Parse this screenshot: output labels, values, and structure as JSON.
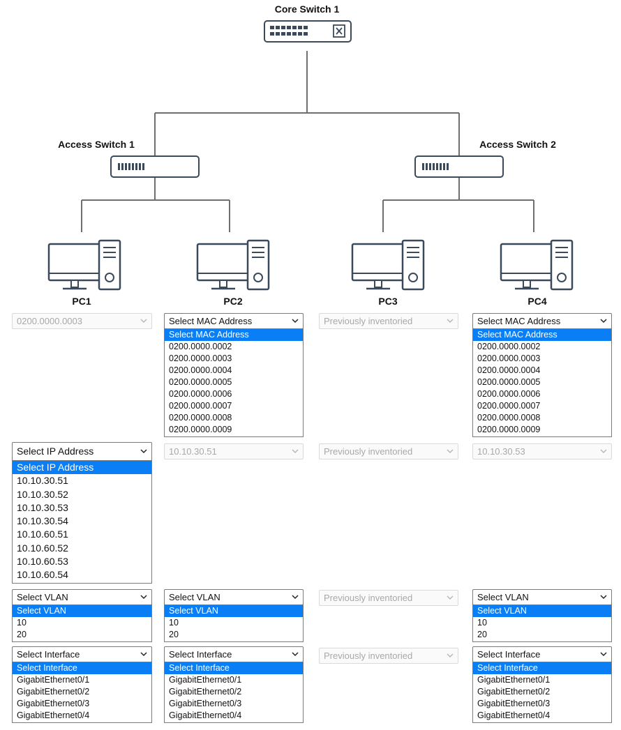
{
  "topology": {
    "core": {
      "label": "Core Switch 1"
    },
    "access": [
      {
        "label": "Access Switch 1"
      },
      {
        "label": "Access Switch 2"
      }
    ],
    "pcs": [
      {
        "label": "PC1"
      },
      {
        "label": "PC2"
      },
      {
        "label": "PC3"
      },
      {
        "label": "PC4"
      }
    ]
  },
  "mac_row": {
    "pc1": {
      "value": "0200.0000.0003",
      "disabled": true
    },
    "pc2": {
      "value": "Select MAC Address",
      "options": [
        "Select MAC Address",
        "0200.0000.0002",
        "0200.0000.0003",
        "0200.0000.0004",
        "0200.0000.0005",
        "0200.0000.0006",
        "0200.0000.0007",
        "0200.0000.0008",
        "0200.0000.0009"
      ]
    },
    "pc3": {
      "value": "Previously inventoried",
      "disabled": true
    },
    "pc4": {
      "value": "Select MAC Address",
      "options": [
        "Select MAC Address",
        "0200.0000.0002",
        "0200.0000.0003",
        "0200.0000.0004",
        "0200.0000.0005",
        "0200.0000.0006",
        "0200.0000.0007",
        "0200.0000.0008",
        "0200.0000.0009"
      ]
    }
  },
  "ip_row": {
    "pc1": {
      "value": "Select IP Address",
      "options": [
        "Select IP Address",
        "10.10.30.51",
        "10.10.30.52",
        "10.10.30.53",
        "10.10.30.54",
        "10.10.60.51",
        "10.10.60.52",
        "10.10.60.53",
        "10.10.60.54"
      ]
    },
    "pc2": {
      "value": "10.10.30.51",
      "disabled": true
    },
    "pc3": {
      "value": "Previously inventoried",
      "disabled": true
    },
    "pc4": {
      "value": "10.10.30.53",
      "disabled": true
    }
  },
  "vlan_row": {
    "pc1": {
      "value": "Select VLAN",
      "options": [
        "Select VLAN",
        "10",
        "20"
      ]
    },
    "pc2": {
      "value": "Select VLAN",
      "options": [
        "Select VLAN",
        "10",
        "20"
      ]
    },
    "pc3": {
      "value": "Previously inventoried",
      "disabled": true
    },
    "pc4": {
      "value": "Select VLAN",
      "options": [
        "Select VLAN",
        "10",
        "20"
      ]
    }
  },
  "interface_row": {
    "pc1": {
      "value": "Select Interface",
      "options": [
        "Select Interface",
        "GigabitEthernet0/1",
        "GigabitEthernet0/2",
        "GigabitEthernet0/3",
        "GigabitEthernet0/4"
      ]
    },
    "pc2": {
      "value": "Select Interface",
      "options": [
        "Select Interface",
        "GigabitEthernet0/1",
        "GigabitEthernet0/2",
        "GigabitEthernet0/3",
        "GigabitEthernet0/4"
      ]
    },
    "pc3": {
      "value": "Previously inventoried",
      "disabled": true
    },
    "pc4": {
      "value": "Select Interface",
      "options": [
        "Select Interface",
        "GigabitEthernet0/1",
        "GigabitEthernet0/2",
        "GigabitEthernet0/3",
        "GigabitEthernet0/4"
      ]
    }
  },
  "colors": {
    "line": "#6f6f6f",
    "device_stroke": "#3a4a5a",
    "selected_bg": "#0a7ff5"
  },
  "icons": {
    "core": "core-switch-icon",
    "access": "access-switch-icon",
    "pc": "desktop-computer-icon",
    "dropdown": "chevron-down-icon"
  }
}
